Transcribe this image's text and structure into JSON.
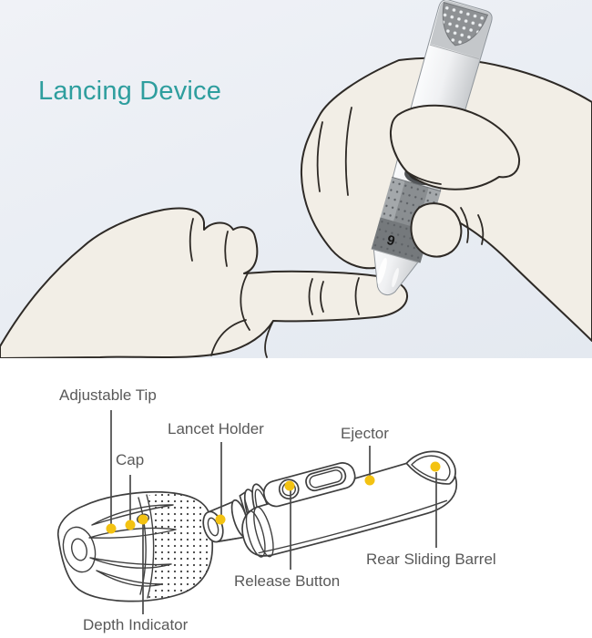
{
  "hero": {
    "title": "Lancing Device",
    "device_depth_setting": "9"
  },
  "diagram": {
    "labels": {
      "adjustable_tip": "Adjustable Tip",
      "cap": "Cap",
      "lancet_holder": "Lancet Holder",
      "depth_indicator": "Depth Indicator",
      "release_button": "Release Button",
      "ejector": "Ejector",
      "rear_sliding_barrel": "Rear Sliding Barrel"
    }
  },
  "colors": {
    "accent": "#2e9e9e",
    "label_text": "#595959",
    "callout_dot": "#f3c212",
    "hero_background": "#e9edf3",
    "skin": "#f2eee6",
    "line_art": "#3f3f3f"
  }
}
